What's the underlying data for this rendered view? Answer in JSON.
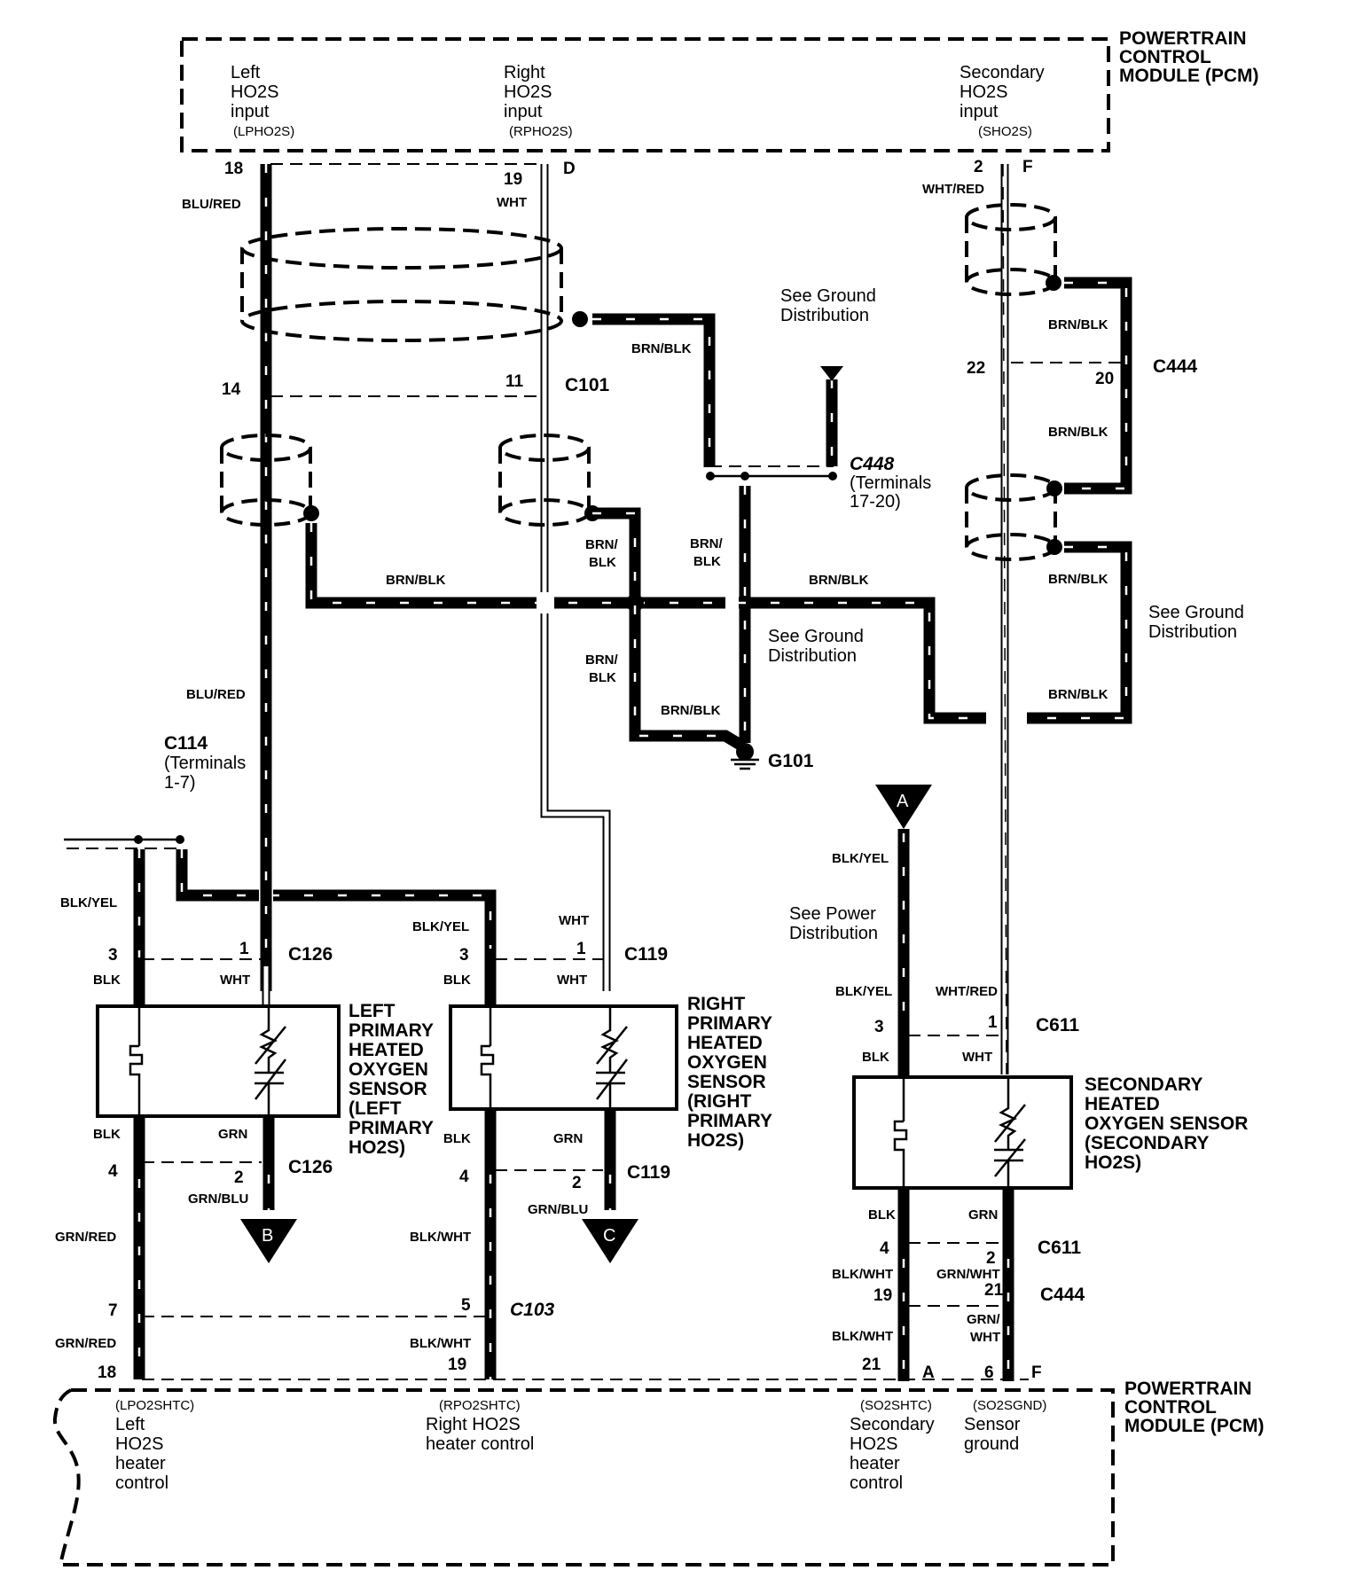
{
  "diagram": {
    "type": "wiring-diagram",
    "pcm_top": {
      "title": [
        "POWERTRAIN",
        "CONTROL",
        "MODULE (PCM)"
      ],
      "inputs": [
        {
          "lines": [
            "Left",
            "HO2S",
            "input"
          ],
          "code": "(LPHO2S)",
          "pin": "18"
        },
        {
          "lines": [
            "Right",
            "HO2S",
            "input"
          ],
          "code": "(RPHO2S)",
          "pin": "19",
          "connector": "D"
        },
        {
          "lines": [
            "Secondary",
            "HO2S",
            "input"
          ],
          "code": "(SHO2S)",
          "pin": "2",
          "connector": "F"
        }
      ]
    },
    "pcm_bottom": {
      "title": [
        "POWERTRAIN",
        "CONTROL",
        "MODULE (PCM)"
      ],
      "outputs": [
        {
          "code": "(LPO2SHTC)",
          "lines": [
            "Left",
            "HO2S",
            "heater",
            "control"
          ],
          "pin": "18"
        },
        {
          "code": "(RPO2SHTC)",
          "lines": [
            "Right HO2S",
            "heater control"
          ],
          "pin": "19"
        },
        {
          "code": "(SO2SHTC)",
          "lines": [
            "Secondary",
            "HO2S",
            "heater",
            "control"
          ],
          "pin": "21",
          "connector": "A"
        },
        {
          "code": "(SO2SGND)",
          "lines": [
            "Sensor",
            "ground"
          ],
          "pin": "6",
          "connector": "F"
        }
      ]
    },
    "wire_colors": {
      "blu_red": "BLU/RED",
      "wht": "WHT",
      "wht_red": "WHT/RED",
      "brn_blk": "BRN/BLK",
      "brn": "BRN/",
      "blk": "BLK",
      "blk_yel": "BLK/YEL",
      "grn": "GRN",
      "grn_blu": "GRN/BLU",
      "grn_red": "GRN/RED",
      "blk_wht": "BLK/WHT",
      "grn_wht": "GRN/WHT",
      "grn_slash": "GRN/",
      "wht_only": "WHT"
    },
    "connectors": {
      "c101": {
        "name": "C101",
        "pins": [
          "14",
          "11"
        ]
      },
      "c444_top": {
        "name": "C444",
        "pins": [
          "22",
          "20"
        ]
      },
      "c448": {
        "name": "C448",
        "note": [
          "(Terminals",
          "17-20)"
        ]
      },
      "c114": {
        "name": "C114",
        "note": [
          "(Terminals",
          "1-7)"
        ]
      },
      "c126_top": {
        "name": "C126",
        "pins": [
          "3",
          "1"
        ]
      },
      "c126_bot": {
        "name": "C126",
        "pins": [
          "4",
          "2"
        ]
      },
      "c119_top": {
        "name": "C119",
        "pins": [
          "3",
          "1"
        ]
      },
      "c119_bot": {
        "name": "C119",
        "pins": [
          "4",
          "2"
        ]
      },
      "c103": {
        "name": "C103",
        "pins": [
          "7",
          "5"
        ]
      },
      "c611_top": {
        "name": "C611",
        "pins": [
          "3",
          "1"
        ]
      },
      "c611_bot": {
        "name": "C611",
        "pins": [
          "4",
          "2"
        ]
      },
      "c444_bot": {
        "name": "C444",
        "pins": [
          "19",
          "21"
        ]
      }
    },
    "ground": {
      "name": "G101"
    },
    "notes": {
      "see_ground": [
        "See Ground",
        "Distribution"
      ],
      "see_power": [
        "See Power",
        "Distribution"
      ]
    },
    "offpage": {
      "a": "A",
      "b": "B",
      "c": "C"
    },
    "sensors": {
      "left": [
        "LEFT",
        "PRIMARY",
        "HEATED",
        "OXYGEN",
        "SENSOR",
        "(LEFT",
        "PRIMARY",
        "HO2S)"
      ],
      "right": [
        "RIGHT",
        "PRIMARY",
        "HEATED",
        "OXYGEN",
        "SENSOR",
        "(RIGHT",
        "PRIMARY",
        "HO2S)"
      ],
      "secondary": [
        "SECONDARY",
        "HEATED",
        "OXYGEN SENSOR",
        "(SECONDARY",
        "HO2S)"
      ]
    }
  }
}
